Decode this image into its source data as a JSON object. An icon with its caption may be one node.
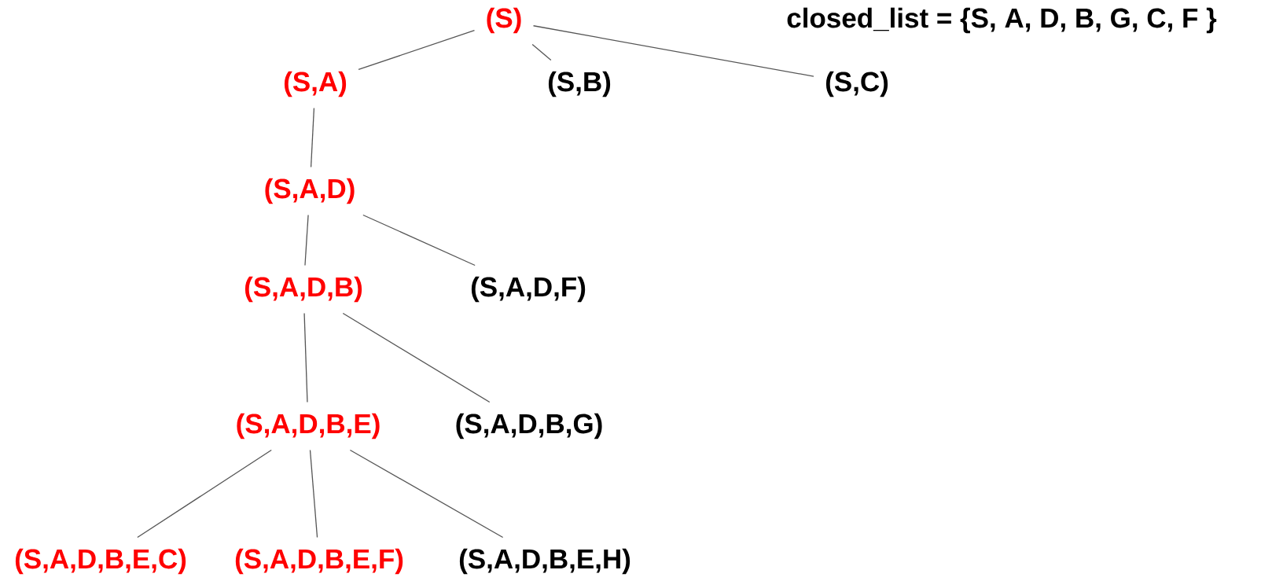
{
  "diagram": {
    "nodes": [
      {
        "text": [
          "(S)"
        ]
      },
      {
        "text": [
          "(S,A)"
        ]
      },
      {
        "text": [
          "(S,B)"
        ]
      },
      {
        "text": [
          "(S,C)"
        ]
      },
      {
        "text": [
          "(S,A,D)"
        ]
      },
      {
        "text": [
          "(S,A,D,B)"
        ]
      },
      {
        "text": [
          "(S,A,D,F)"
        ]
      },
      {
        "text": [
          "(S,A,D,B,E)"
        ]
      },
      {
        "text": [
          "(S,A,D,B,G)"
        ]
      },
      {
        "text": [
          "(S,A,D,B,E,C)"
        ]
      },
      {
        "text": [
          "(S,A,D,B,E,F)"
        ]
      },
      {
        "text": [
          "(S,A,D,B,E,H)"
        ]
      }
    ],
    "edges": [
      {
        "from": 0,
        "to": 1,
        "arrow": "none"
      },
      {
        "from": 0,
        "to": 2,
        "arrow": "none"
      },
      {
        "from": 0,
        "to": 3,
        "arrow": "none"
      },
      {
        "from": 1,
        "to": 4,
        "arrow": "none"
      },
      {
        "from": 4,
        "to": 5,
        "arrow": "none"
      },
      {
        "from": 4,
        "to": 6,
        "arrow": "none"
      },
      {
        "from": 5,
        "to": 7,
        "arrow": "none"
      },
      {
        "from": 5,
        "to": 8,
        "arrow": "none"
      },
      {
        "from": 7,
        "to": 9,
        "arrow": "none"
      },
      {
        "from": 7,
        "to": 10,
        "arrow": "none"
      },
      {
        "from": 7,
        "to": 11,
        "arrow": "none"
      }
    ],
    "labels": [
      "closed_list = {S, A, D, B, G, C, F }"
    ]
  }
}
